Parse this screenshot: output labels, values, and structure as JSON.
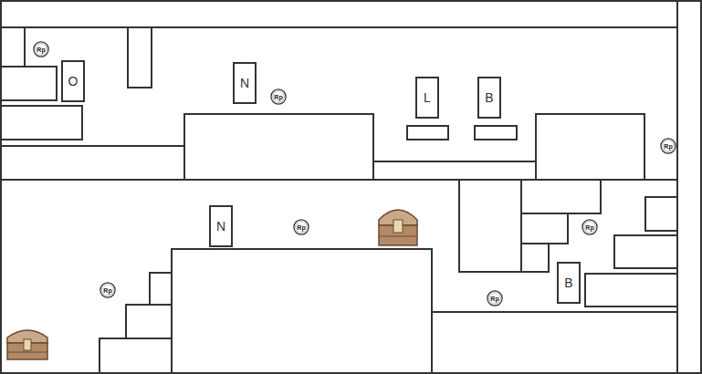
{
  "diagram": {
    "nodes": [
      {
        "text": [
          "Rp"
        ]
      },
      {
        "text": [
          "O"
        ]
      },
      {
        "text": [
          "N"
        ]
      },
      {
        "text": [
          "Rp"
        ]
      },
      {
        "text": [
          "L"
        ]
      },
      {
        "text": [
          "B"
        ]
      },
      {
        "text": [
          "Rp"
        ]
      },
      {
        "text": [
          "N"
        ]
      },
      {
        "text": [
          "Rp"
        ]
      },
      {
        "text": [
          "Rp"
        ]
      },
      {
        "text": [
          "B"
        ]
      },
      {
        "text": [
          "Rp"
        ]
      },
      {
        "text": [
          "Rp"
        ]
      }
    ]
  }
}
